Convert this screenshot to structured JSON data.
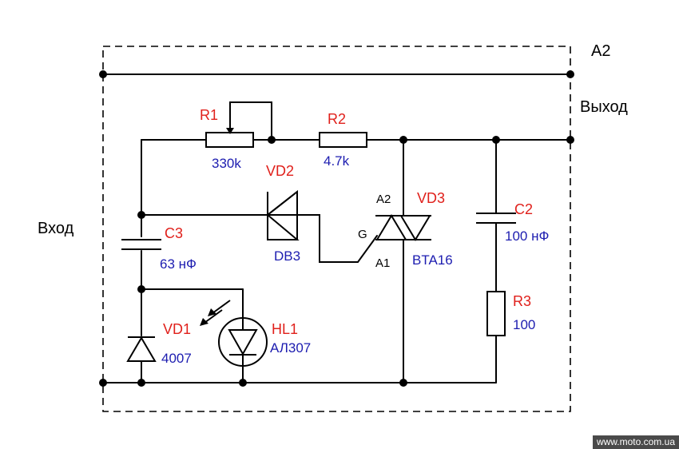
{
  "block_label": "A2",
  "input_label": "Вход",
  "output_label": "Выход",
  "components": {
    "R1": {
      "ref": "R1",
      "value": "330k"
    },
    "R2": {
      "ref": "R2",
      "value": "4.7k"
    },
    "R3": {
      "ref": "R3",
      "value": "100"
    },
    "C2": {
      "ref": "C2",
      "value": "100 нФ"
    },
    "C3": {
      "ref": "C3",
      "value": "63 нФ"
    },
    "VD1": {
      "ref": "VD1",
      "value": "4007"
    },
    "VD2": {
      "ref": "VD2",
      "value": "DB3"
    },
    "VD3": {
      "ref": "VD3",
      "value": "BTA16"
    },
    "HL1": {
      "ref": "HL1",
      "value": "АЛ307"
    }
  },
  "pins": {
    "a1": "A1",
    "a2": "A2",
    "g": "G"
  },
  "watermark": "www.moto.com.ua",
  "colors": {
    "ref": "#e0201b",
    "value": "#1d1db0",
    "wire": "#000000"
  }
}
